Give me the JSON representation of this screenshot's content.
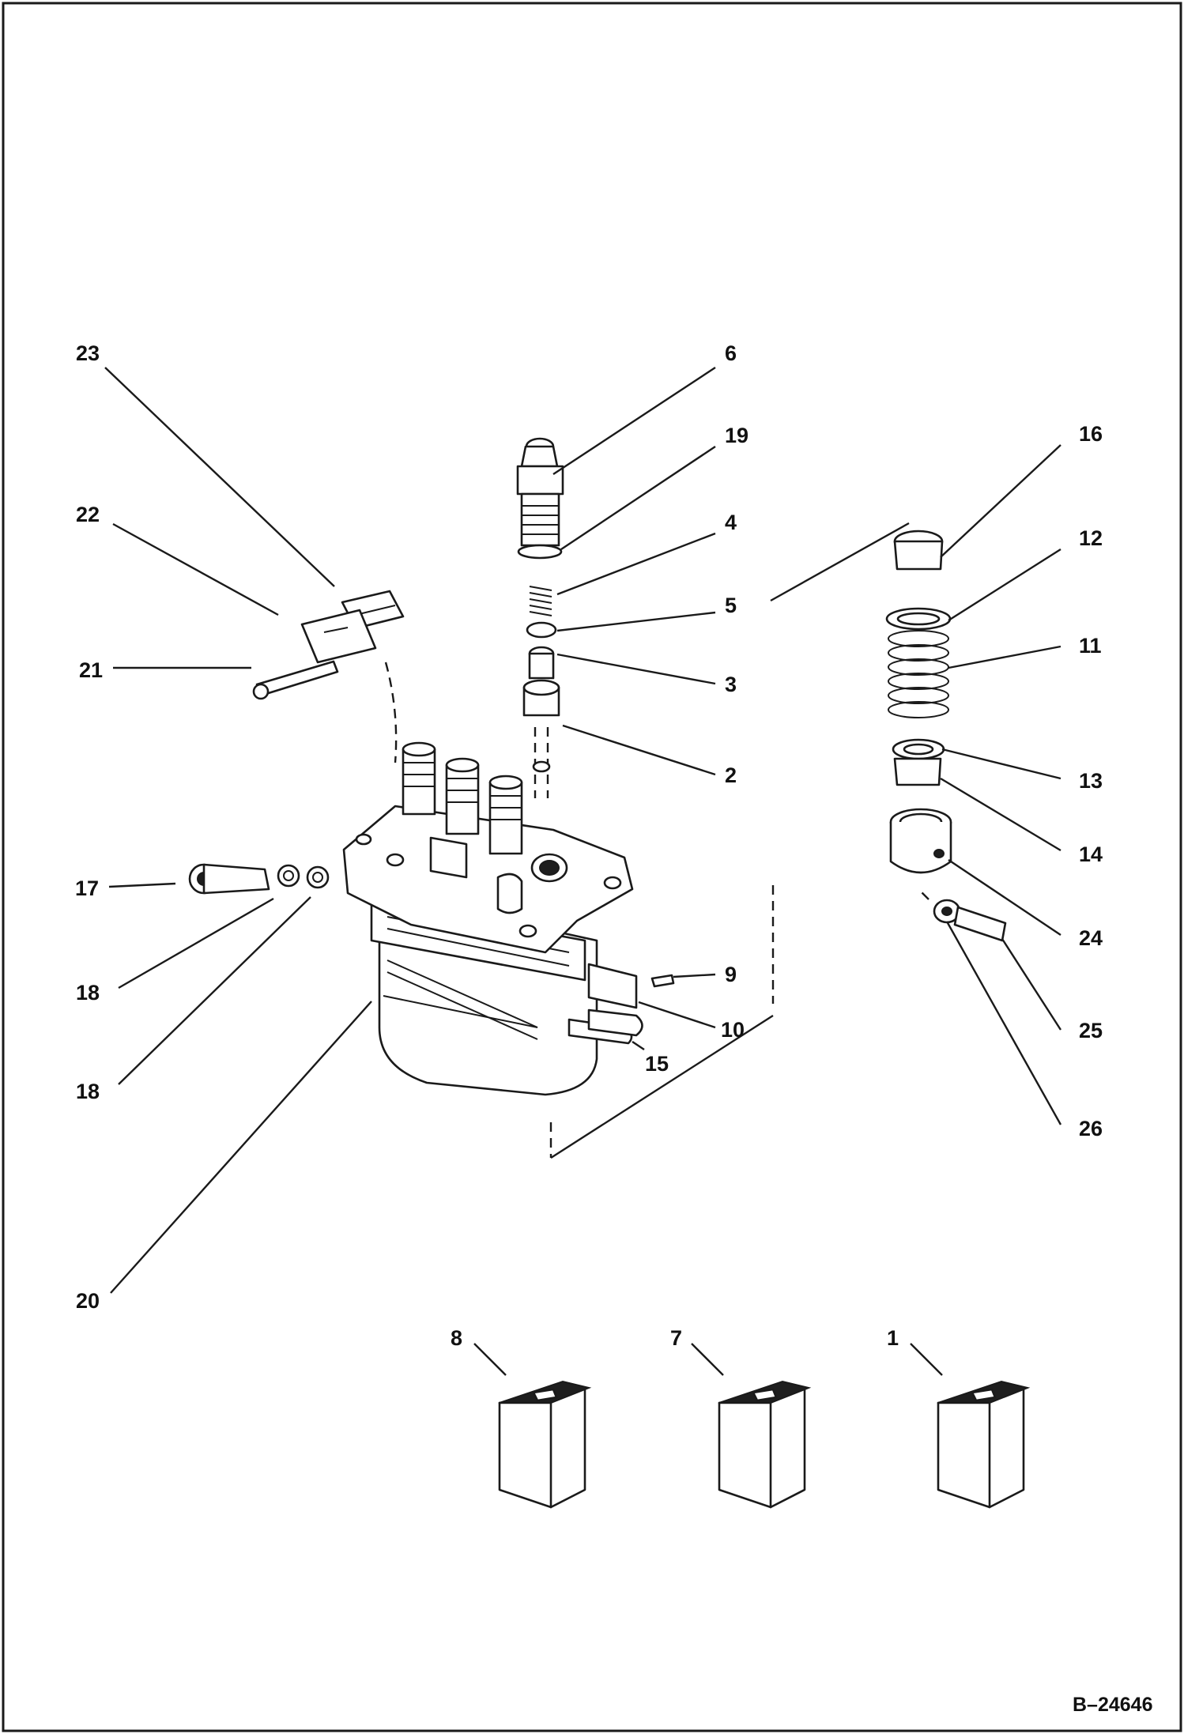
{
  "drawing_number": "B–24646",
  "callouts": {
    "p1": "1",
    "p2": "2",
    "p3": "3",
    "p4": "4",
    "p5": "5",
    "p6": "6",
    "p7": "7",
    "p8": "8",
    "p9": "9",
    "p10": "10",
    "p11": "11",
    "p12": "12",
    "p13": "13",
    "p14": "14",
    "p15": "15",
    "p16": "16",
    "p17": "17",
    "p18a": "18",
    "p18b": "18",
    "p19": "19",
    "p20": "20",
    "p21": "21",
    "p22": "22",
    "p23": "23",
    "p24": "24",
    "p25": "25",
    "p26": "26"
  },
  "colors": {
    "ink": "#1a1a1a",
    "paper": "#ffffff"
  }
}
